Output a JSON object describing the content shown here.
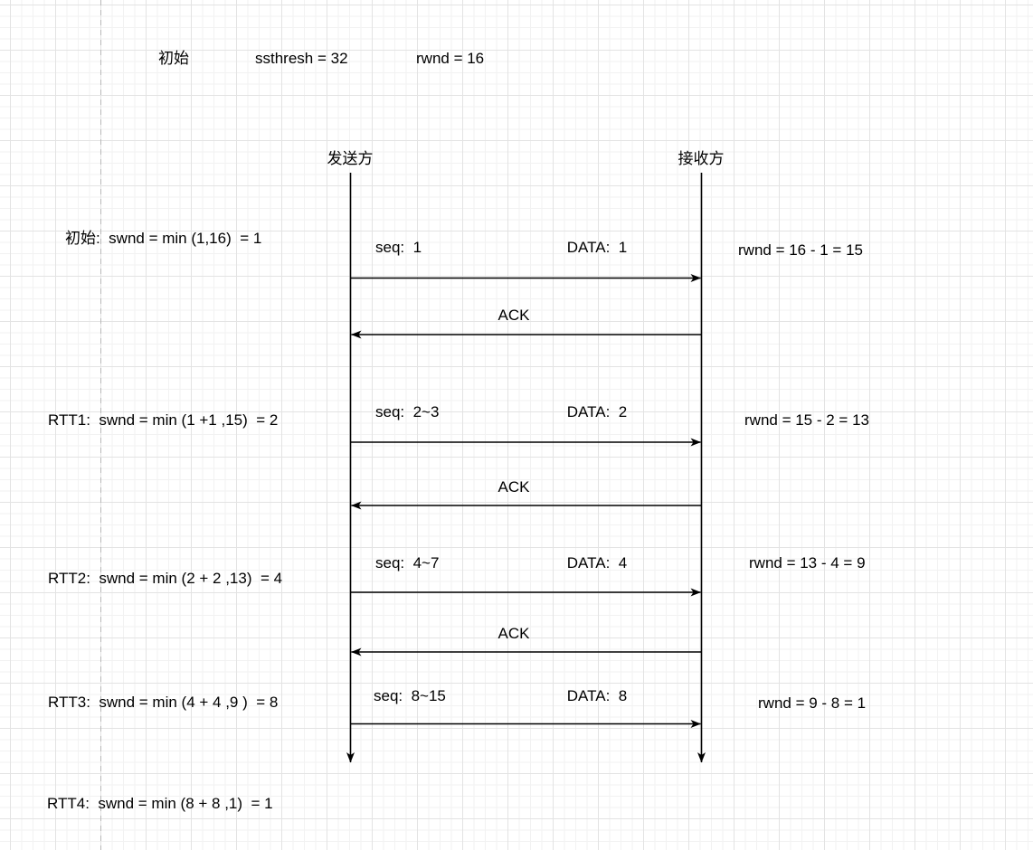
{
  "diagram": {
    "type": "tcp-slow-start-sequence-diagram",
    "header": {
      "initial": "初始",
      "ssthresh": "ssthresh = 32",
      "rwnd": "rwnd = 16"
    },
    "actors": {
      "sender": "发送方",
      "receiver": "接收方"
    },
    "rounds": [
      {
        "left_label": "初始:  swnd = min (1,16)  = 1",
        "seq_label": "seq:  1",
        "data_label": "DATA:  1",
        "rwnd_label": "rwnd = 16 - 1 = 15",
        "ack_label": "ACK",
        "direction": "sender-to-receiver"
      },
      {
        "left_label": "RTT1:  swnd = min (1 +1 ,15)  = 2",
        "seq_label": "seq:  2~3",
        "data_label": "DATA:  2",
        "rwnd_label": "rwnd = 15 - 2 = 13",
        "ack_label": "ACK",
        "direction": "sender-to-receiver"
      },
      {
        "left_label": "RTT2:  swnd = min (2 + 2 ,13)  = 4",
        "seq_label": "seq:  4~7",
        "data_label": "DATA:  4",
        "rwnd_label": "rwnd = 13 - 4 = 9",
        "ack_label": "ACK",
        "direction": "sender-to-receiver"
      },
      {
        "left_label": "RTT3:  swnd = min (4 + 4 ,9 )  = 8",
        "seq_label": "seq:  8~15",
        "data_label": "DATA:  8",
        "rwnd_label": "rwnd = 9 - 8 = 1",
        "ack_label": null,
        "direction": "sender-to-receiver"
      }
    ],
    "footer": {
      "rtt4_label": "RTT4:  swnd = min (8 + 8 ,1)  = 1"
    },
    "colors": {
      "line": "#000000",
      "text": "#000000",
      "grid_minor": "#f2f2f2",
      "grid_major": "#e3e3e3",
      "dashed_guide": "#b8b8b8",
      "background": "#ffffff"
    }
  }
}
